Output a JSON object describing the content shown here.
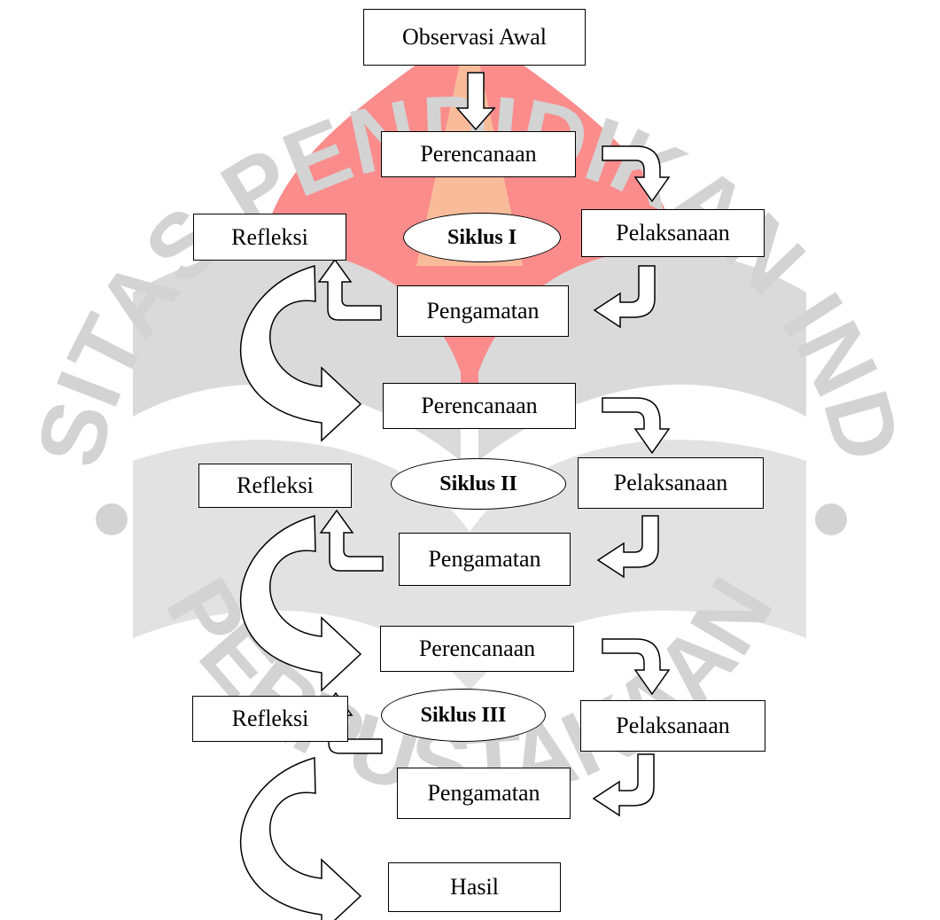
{
  "watermark": {
    "arc_text": "UNIVERSITAS PENDIDIKAN INDONESIA",
    "bottom_text": "PERPUSTAKAAN",
    "letter_color": "#d3d3d3",
    "logo_red": "#fa8c8c",
    "logo_gray": "#dadada",
    "logo_yellow": "#f8ecaa"
  },
  "diagram": {
    "start": "Observasi Awal",
    "cycles": [
      {
        "label": "Siklus I",
        "planning": "Perencanaan",
        "action": "Pelaksanaan",
        "observation": "Pengamatan",
        "reflection": "Refleksi"
      },
      {
        "label": "Siklus II",
        "planning": "Perencanaan",
        "action": "Pelaksanaan",
        "observation": "Pengamatan",
        "reflection": "Refleksi"
      },
      {
        "label": "Siklus III",
        "planning": "Perencanaan",
        "action": "Pelaksanaan",
        "observation": "Pengamatan",
        "reflection": "Refleksi"
      }
    ],
    "end": "Hasil"
  }
}
